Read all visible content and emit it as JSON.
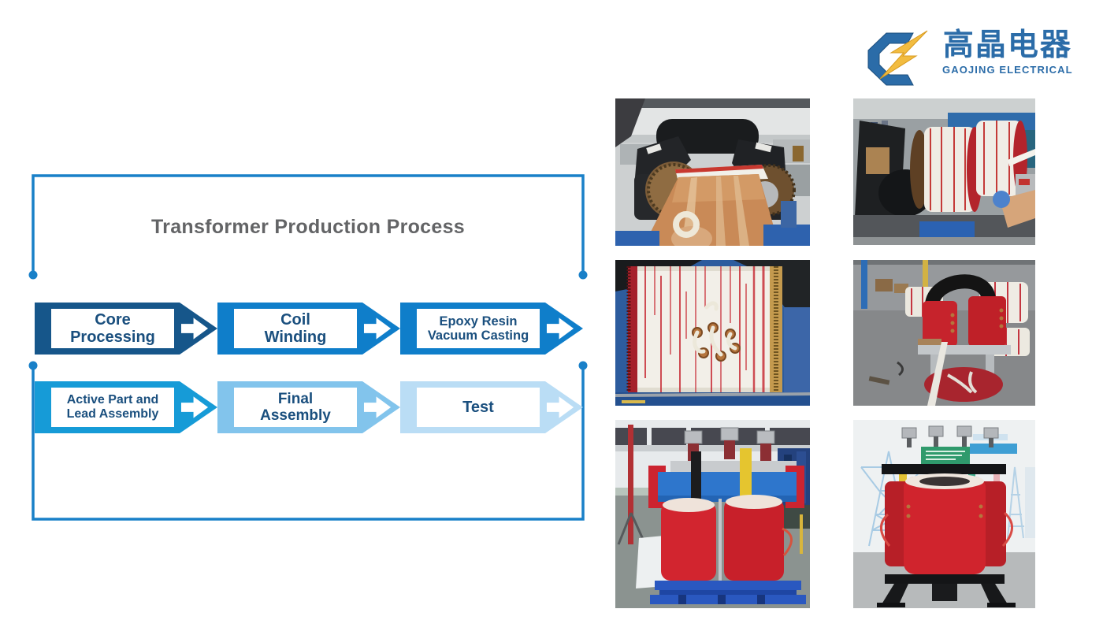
{
  "logo": {
    "cn": "高晶电器",
    "en": "GAOJING ELECTRICAL",
    "blue": "#2B6CA8",
    "yellow": "#F2BC40"
  },
  "title": {
    "text": "Transformer Production Process",
    "color": "#636466"
  },
  "flow": {
    "bracket_color": "#1980C8",
    "text_color": "#1A4F7E",
    "icons": {
      "step_arrow": "right-arrow"
    },
    "steps": [
      {
        "label": "Core Processing",
        "color": "#16568A"
      },
      {
        "label": "Coil Winding",
        "color": "#0F7ECA"
      },
      {
        "label": "Epoxy Resin Vacuum Casting",
        "color": "#0F7ECA"
      },
      {
        "label": "Active Part and Lead Assembly",
        "color": "#169BD7"
      },
      {
        "label": "Final Assembly",
        "color": "#82C4EC"
      },
      {
        "label": "Test",
        "color": "#BADDF5"
      }
    ]
  },
  "photos": [
    {
      "alt": "core and copper foil winding machine"
    },
    {
      "alt": "coil winding with white and red insulation"
    },
    {
      "alt": "finished wound coil with copper terminals"
    },
    {
      "alt": "epoxy resin cast coils on stand in workshop"
    },
    {
      "alt": "assembled dry-type transformer on blue pallet"
    },
    {
      "alt": "finished dry-type transformer ready for test"
    }
  ]
}
